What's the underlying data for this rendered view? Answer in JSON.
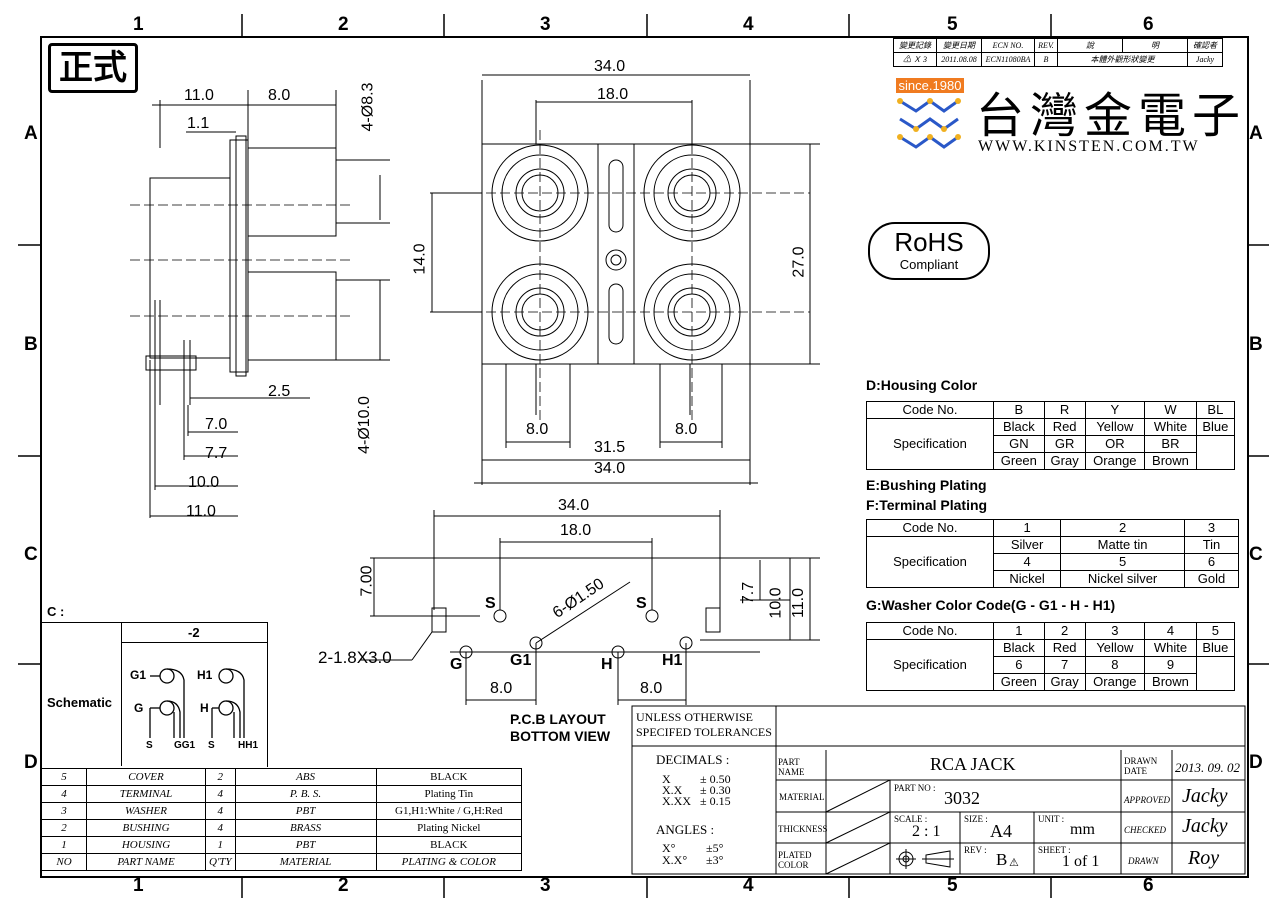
{
  "stamp": "正式",
  "zones": {
    "top": [
      "1",
      "2",
      "3",
      "4",
      "5",
      "6"
    ],
    "side": [
      "A",
      "B",
      "C",
      "D"
    ]
  },
  "revision": {
    "headers": [
      "變更記錄",
      "變更日期",
      "ECN NO.",
      "REV.",
      "說",
      "明",
      "確認者"
    ],
    "row": [
      "⚠ Ｘ 3",
      "2011.08.08",
      "ECN11080BA",
      "B",
      "本體外觀形狀變更",
      "",
      "Jacky"
    ]
  },
  "company": {
    "since": "since.1980",
    "name": "台灣金電子",
    "url": "WWW.KINSTEN.COM.TW"
  },
  "rohs": {
    "main": "RoHS",
    "sub": "Compliant"
  },
  "side_view_dims": [
    "11.0",
    "8.0",
    "1.1",
    "4-Ø8.3",
    "2.5",
    "7.0",
    "7.7",
    "10.0",
    "11.0",
    "4-Ø10.0"
  ],
  "front_view_dims": [
    "34.0",
    "18.0",
    "14.0",
    "27.0",
    "8.0",
    "8.0",
    "31.5",
    "34.0"
  ],
  "pcb": {
    "dims": [
      "34.0",
      "18.0",
      "7.00",
      "7.7",
      "10.0",
      "11.0",
      "6-Ø1.50",
      "2-1.8X3.0",
      "8.0",
      "8.0"
    ],
    "pins": [
      "S",
      "S",
      "G",
      "G1",
      "H",
      "H1"
    ],
    "title": [
      "P.C.B  LAYOUT",
      "BOTTOM VIEW"
    ]
  },
  "housing": {
    "title": "D:Housing Color",
    "rows": [
      [
        "Code No.",
        "B",
        "R",
        "Y",
        "W",
        "BL"
      ],
      [
        "Specification",
        "Black",
        "Red",
        "Yellow",
        "White",
        "Blue"
      ],
      [
        "",
        "GN",
        "GR",
        "OR",
        "BR",
        ""
      ],
      [
        "",
        "Green",
        "Gray",
        "Orange",
        "Brown",
        ""
      ]
    ]
  },
  "plating": {
    "title_e": "E:Bushing Plating",
    "title_f": "F:Terminal Plating",
    "rows": [
      [
        "Code No.",
        "1",
        "2",
        "3"
      ],
      [
        "Specification",
        "Silver",
        "Matte tin",
        "Tin"
      ],
      [
        "",
        "4",
        "5",
        "6"
      ],
      [
        "",
        "Nickel",
        "Nickel silver",
        "Gold"
      ]
    ]
  },
  "washer": {
    "title": "G:Washer Color Code(G - G1 - H - H1)",
    "rows": [
      [
        "Code No.",
        "1",
        "2",
        "3",
        "4",
        "5"
      ],
      [
        "Specification",
        "Black",
        "Red",
        "Yellow",
        "White",
        "Blue"
      ],
      [
        "",
        "6",
        "7",
        "8",
        "9",
        ""
      ],
      [
        "",
        "Green",
        "Gray",
        "Orange",
        "Brown",
        ""
      ]
    ]
  },
  "schematic": {
    "c_label": "C :",
    "variant": "-2",
    "label": "Schematic",
    "pins": [
      "G1",
      "G",
      "H1",
      "H",
      "S",
      "GG1",
      "S",
      "HH1"
    ]
  },
  "bom": {
    "rows": [
      [
        "5",
        "COVER",
        "2",
        "ABS",
        "BLACK"
      ],
      [
        "4",
        "TERMINAL",
        "4",
        "P. B. S.",
        "Plating Tin"
      ],
      [
        "3",
        "WASHER",
        "4",
        "PBT",
        "G1,H1:White / G,H:Red"
      ],
      [
        "2",
        "BUSHING",
        "4",
        "BRASS",
        "Plating Nickel"
      ],
      [
        "1",
        "HOUSING",
        "1",
        "PBT",
        "BLACK"
      ],
      [
        "NO",
        "PART NAME",
        "Q'TY",
        "MATERIAL",
        "PLATING & COLOR"
      ]
    ]
  },
  "tolerance": {
    "header": [
      "UNLESS  OTHERWISE",
      "SPECIFED TOLERANCES"
    ],
    "decimals_label": "DECIMALS :",
    "decimals": [
      [
        "X",
        "± 0.50"
      ],
      [
        "X.X",
        "± 0.30"
      ],
      [
        "X.XX",
        "± 0.15"
      ]
    ],
    "angles_label": "ANGLES :",
    "angles": [
      [
        "X°",
        "±5°"
      ],
      [
        "X.X°",
        "±3°"
      ]
    ]
  },
  "titleblock": {
    "part_name_label": "PART NAME",
    "part_name": "RCA JACK",
    "drawn_date_label": "DRAWN DATE",
    "drawn_date": "2013. 09. 02",
    "material_label": "MATERIAL",
    "part_no_label": "PART NO :",
    "part_no": "3032",
    "approved_label": "APPROVED",
    "approved": "Jacky",
    "thickness_label": "THICKNESS",
    "scale_label": "SCALE :",
    "scale": "2 : 1",
    "size_label": "SIZE :",
    "size": "A4",
    "unit_label": "UNIT :",
    "unit": "mm",
    "checked_label": "CHECKED",
    "checked": "Jacky",
    "plated_label": "PLATED COLOR",
    "rev_label": "REV :",
    "rev": "B",
    "sheet_label": "SHEET :",
    "sheet": "1 of 1",
    "drawn_label": "DRAWN",
    "drawn": "Roy"
  }
}
